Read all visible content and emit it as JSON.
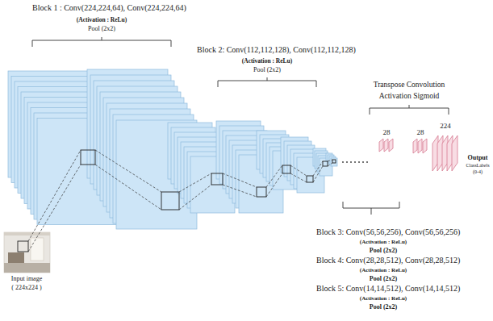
{
  "diagram": {
    "labels": [
      "Block 1 : Conv(224,224,64), Conv(224,224,64)",
      "(Activation : ReLu)",
      "Pool (2x2)",
      "Block 2: Conv(112,112,128), Conv(112,112,128)",
      "(Activation : ReLu)",
      "Pool (2x2)",
      "Transpose Convolution",
      "Activation Sigmoid",
      "28",
      "28",
      "224",
      "Output",
      "ClassLabels",
      "(0-4)",
      "Input image",
      "( 224x224 )",
      "Block 3: Conv(56,56,256), Conv(56,56,256)",
      "(Activation : ReLu)",
      "Pool (2x2)",
      "Block 4: Conv(28,28,512), Conv(28,28,512)",
      "(Activation : ReLu)",
      "Pool (2x2)",
      "Block 5: Conv(14,14,512), Conv(14,14,512)",
      "(Activation : ReLu)",
      "Pool (2x2)"
    ]
  }
}
